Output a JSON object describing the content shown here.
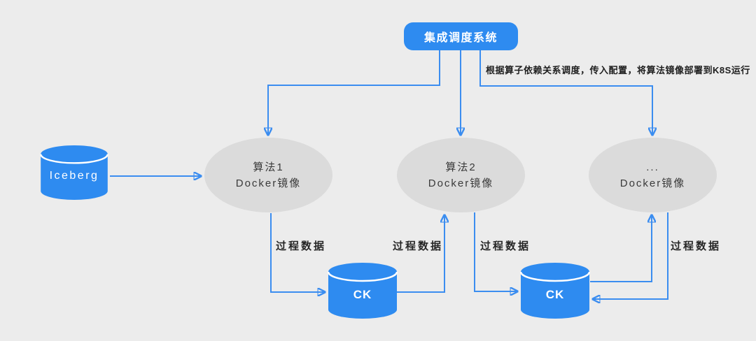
{
  "diagram": {
    "scheduler": {
      "label": "集成调度系统"
    },
    "annotation": "根据算子依赖关系调度，传入配置，将算法镜像部署到K8S运行",
    "source_db": {
      "label": "Iceberg"
    },
    "algorithm_nodes": [
      {
        "line1": "算法1",
        "line2": "Docker镜像"
      },
      {
        "line1": "算法2",
        "line2": "Docker镜像"
      },
      {
        "line1": "...",
        "line2": "Docker镜像"
      }
    ],
    "process_dbs": [
      {
        "label": "CK"
      },
      {
        "label": "CK"
      }
    ],
    "edge_labels": [
      {
        "text": "过程数据"
      },
      {
        "text": "过程数据"
      },
      {
        "text": "过程数据"
      },
      {
        "text": "过程数据"
      }
    ],
    "colors": {
      "accent_blue": "#2E8BF0",
      "edge_blue": "#3B8DF0",
      "node_gray": "#DBDBDB",
      "background": "#ECECEC",
      "text_dark": "#262626"
    }
  }
}
